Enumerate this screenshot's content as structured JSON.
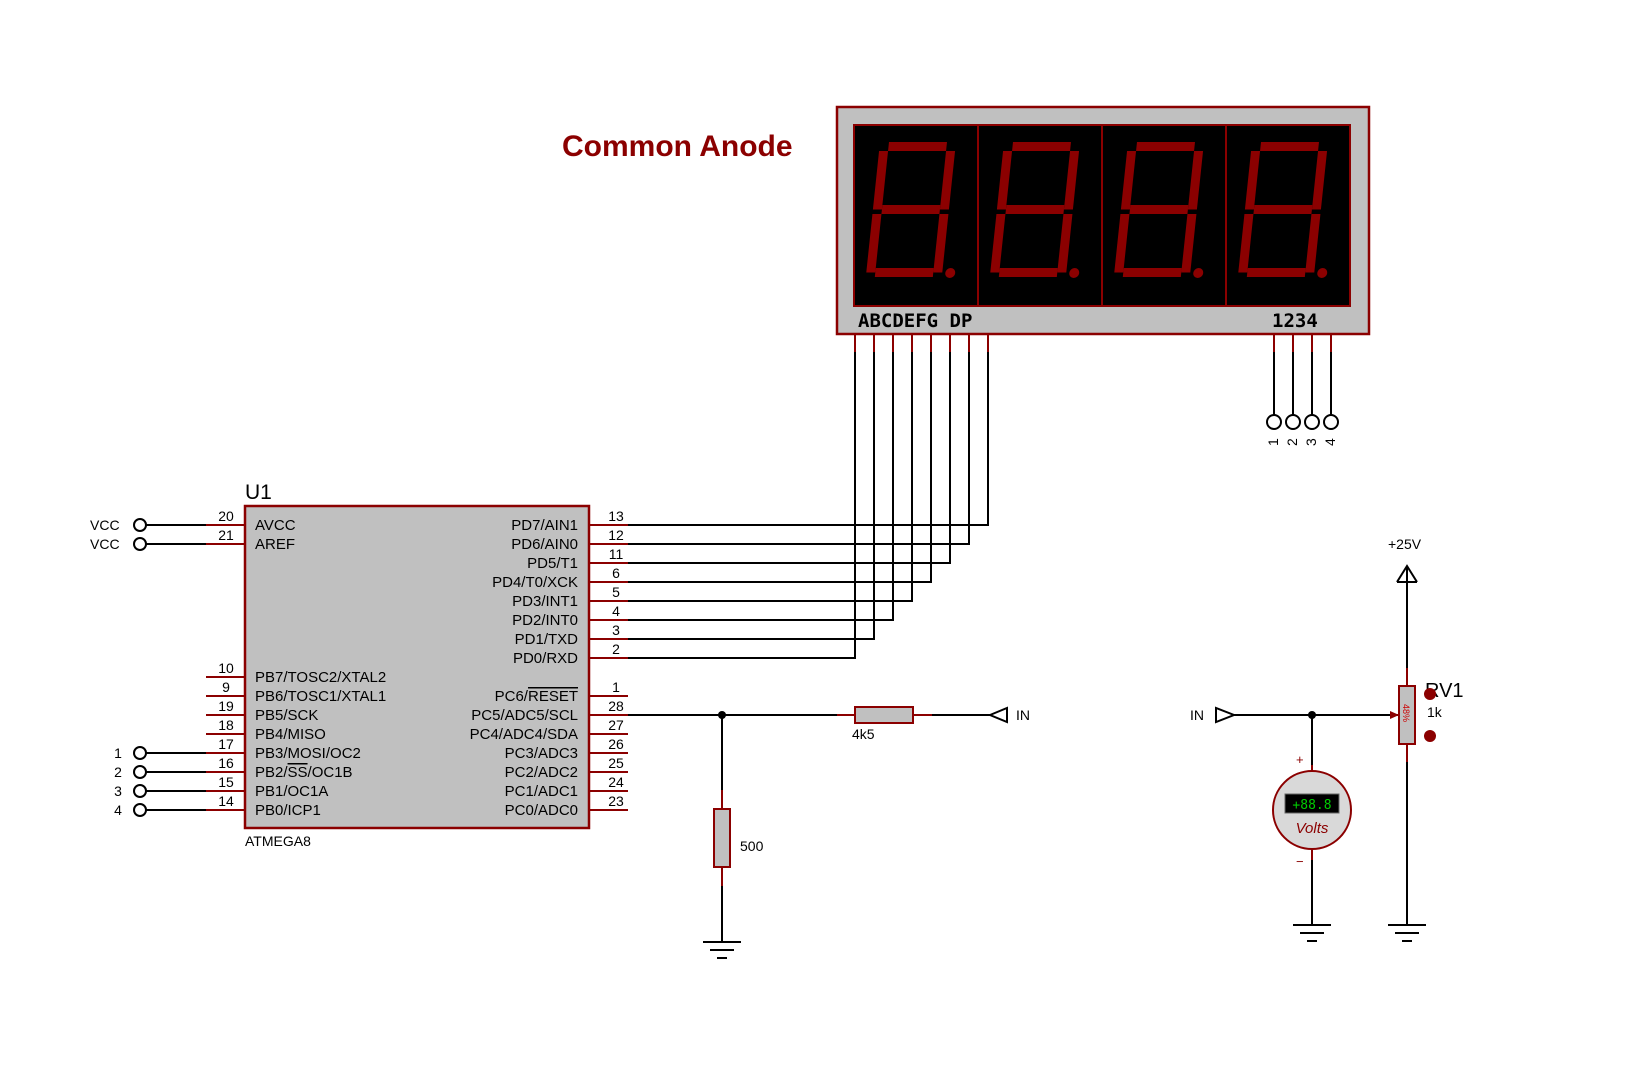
{
  "title": "Common Anode",
  "mcu": {
    "ref": "U1",
    "part": "ATMEGA8",
    "left_pins": [
      {
        "num": "20",
        "name": "AVCC",
        "net": "VCC"
      },
      {
        "num": "21",
        "name": "AREF",
        "net": "VCC"
      },
      {
        "num": "10",
        "name": "PB7/TOSC2/XTAL2",
        "net": ""
      },
      {
        "num": "9",
        "name": "PB6/TOSC1/XTAL1",
        "net": ""
      },
      {
        "num": "19",
        "name": "PB5/SCK",
        "net": ""
      },
      {
        "num": "18",
        "name": "PB4/MISO",
        "net": ""
      },
      {
        "num": "17",
        "name": "PB3/MOSI/OC2",
        "net": "1"
      },
      {
        "num": "16",
        "name": "PB2/SS/OC1B",
        "net": "2"
      },
      {
        "num": "15",
        "name": "PB1/OC1A",
        "net": "3"
      },
      {
        "num": "14",
        "name": "PB0/ICP1",
        "net": "4"
      }
    ],
    "right_pins": [
      {
        "num": "13",
        "name": "PD7/AIN1"
      },
      {
        "num": "12",
        "name": "PD6/AIN0"
      },
      {
        "num": "11",
        "name": "PD5/T1"
      },
      {
        "num": "6",
        "name": "PD4/T0/XCK"
      },
      {
        "num": "5",
        "name": "PD3/INT1"
      },
      {
        "num": "4",
        "name": "PD2/INT0"
      },
      {
        "num": "3",
        "name": "PD1/TXD"
      },
      {
        "num": "2",
        "name": "PD0/RXD"
      },
      {
        "num": "1",
        "name": "PC6/RESET"
      },
      {
        "num": "28",
        "name": "PC5/ADC5/SCL"
      },
      {
        "num": "27",
        "name": "PC4/ADC4/SDA"
      },
      {
        "num": "26",
        "name": "PC3/ADC3"
      },
      {
        "num": "25",
        "name": "PC2/ADC2"
      },
      {
        "num": "24",
        "name": "PC1/ADC1"
      },
      {
        "num": "23",
        "name": "PC0/ADC0"
      }
    ]
  },
  "display": {
    "segment_label": "ABCDEFG DP",
    "digit_label": "1234",
    "digit_pins": [
      "1",
      "2",
      "3",
      "4"
    ]
  },
  "r_series": {
    "value": "4k5"
  },
  "r_shunt": {
    "value": "500"
  },
  "input_terminal": {
    "label": "IN"
  },
  "source_terminal": {
    "label": "IN"
  },
  "power": {
    "label": "+25V"
  },
  "pot": {
    "ref": "RV1",
    "value": "1k",
    "position": "48%"
  },
  "voltmeter": {
    "reading": "+88.8",
    "unit": "Volts",
    "plus": "+",
    "minus": "−"
  },
  "colors": {
    "part_outline": "#8b0000",
    "part_fill": "#c0c0c0",
    "wire": "#000000",
    "segment": "#8b0000",
    "title": "#8b0000",
    "meter_screen": "#00cc00"
  }
}
